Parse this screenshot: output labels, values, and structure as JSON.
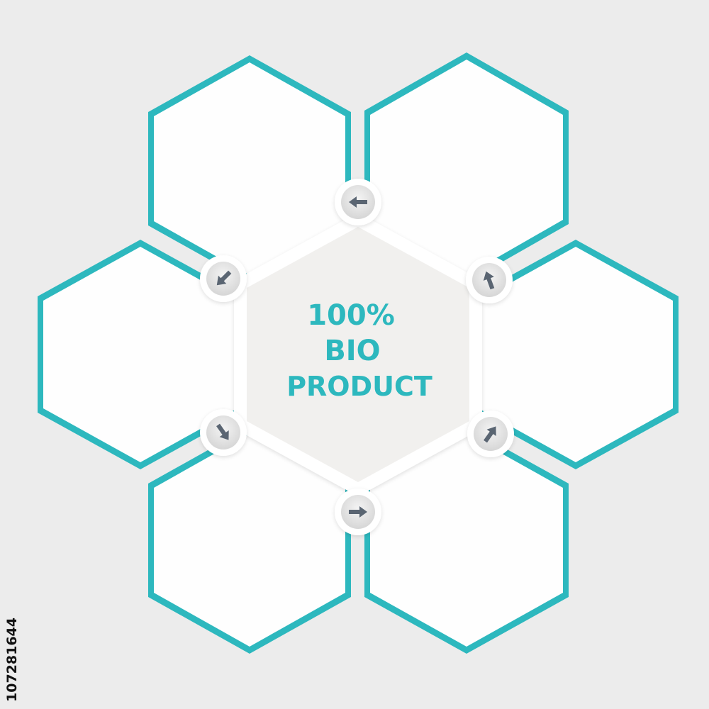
{
  "center": {
    "line1": "100%",
    "line2": "BIO",
    "line3": "PRODUCT"
  },
  "stock_id": "107281644",
  "icons": {
    "arrow_top": "arrow-left-icon",
    "arrow_upper_left": "arrow-down-left-icon",
    "arrow_upper_right": "arrow-up-left-icon",
    "arrow_lower_left": "arrow-down-right-icon",
    "arrow_lower_right": "arrow-up-right-icon",
    "arrow_bottom": "arrow-right-icon"
  },
  "colors": {
    "background": "#ececec",
    "accent": "#2db8be",
    "panel": "#fefefe",
    "center_fill": "#f1f0ee",
    "arrow": "#5a6572",
    "text": "#2db8be"
  }
}
